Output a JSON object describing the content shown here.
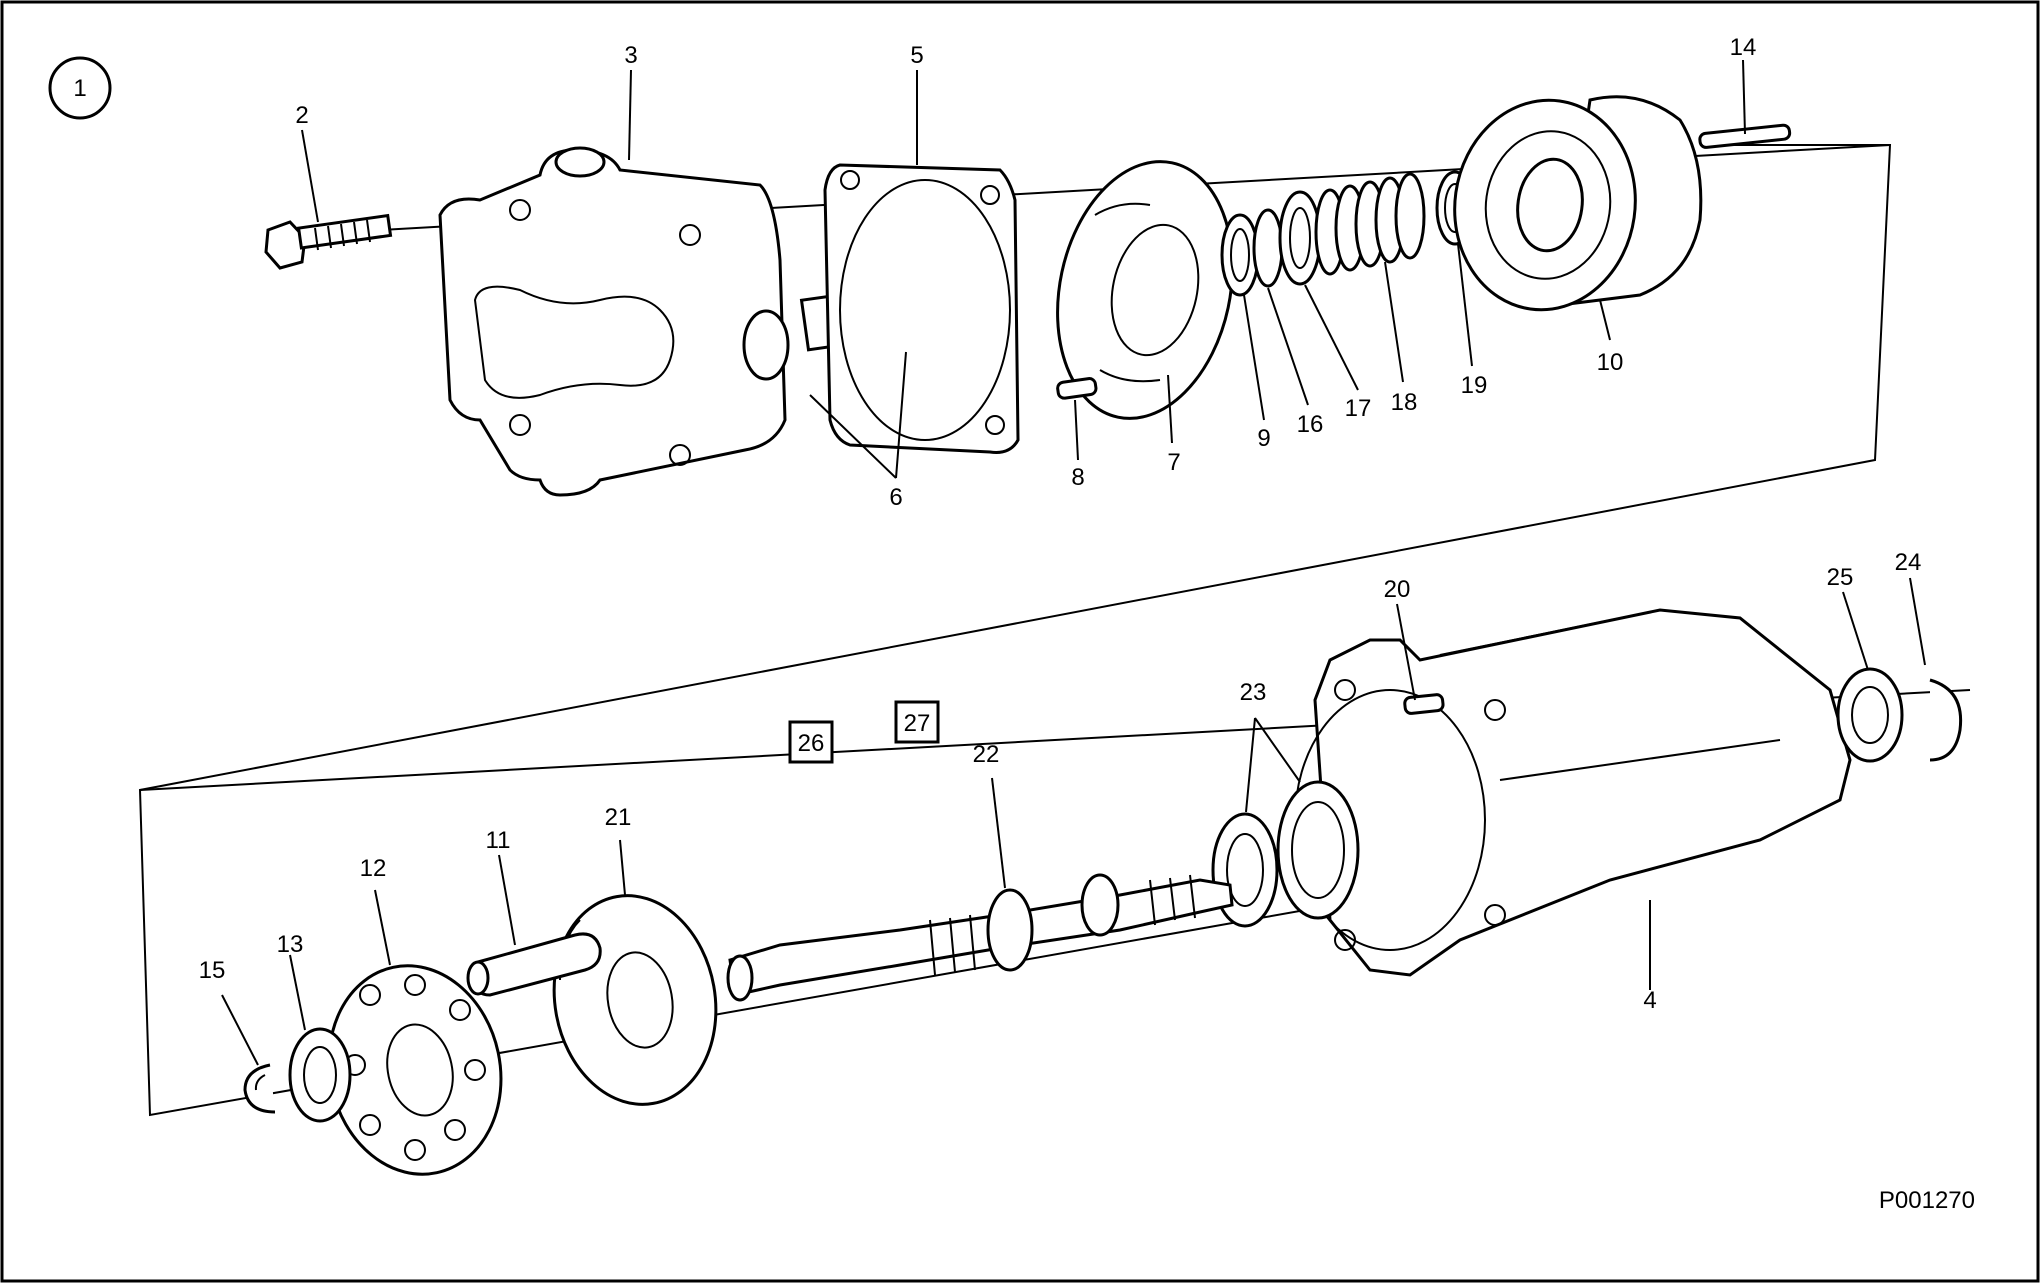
{
  "figure": {
    "view_number": "1",
    "reference_code": "P001270",
    "boxed_refs": [
      "26",
      "27"
    ],
    "callouts": [
      "2",
      "3",
      "5",
      "6",
      "7",
      "8",
      "9",
      "10",
      "14",
      "16",
      "17",
      "18",
      "19",
      "20",
      "23",
      "24",
      "25",
      "22",
      "21",
      "11",
      "12",
      "13",
      "15",
      "4"
    ]
  },
  "colors": {
    "ink": "#000000",
    "paper": "#ffffff"
  }
}
